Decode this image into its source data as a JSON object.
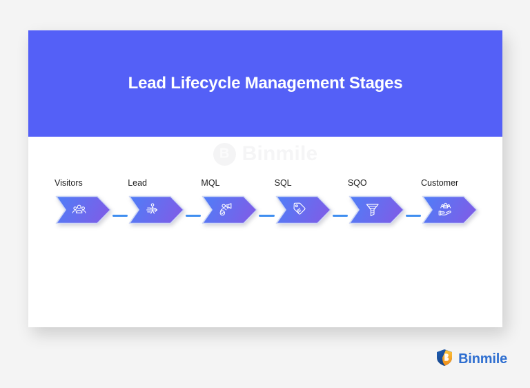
{
  "card": {
    "header": {
      "title": "Lead Lifecycle Management Stages",
      "background_color": "#5460f7",
      "text_color": "#ffffff"
    },
    "watermark": {
      "text": "Binmile",
      "mark_letter": "B",
      "color": "#f5f5f6"
    },
    "body_background": "#ffffff"
  },
  "chart_data": {
    "type": "diagram",
    "title": "Lead Lifecycle Management Stages",
    "layout": "horizontal-chevron-flow",
    "categories": [
      "Visitors",
      "Lead",
      "MQL",
      "SQL",
      "SQO",
      "Customer"
    ],
    "stages": [
      {
        "label": "Visitors",
        "icon": "people-group-icon",
        "order": 1
      },
      {
        "label": "Lead",
        "icon": "person-arrow-icon",
        "order": 2
      },
      {
        "label": "MQL",
        "icon": "person-megaphone-check-icon",
        "order": 3
      },
      {
        "label": "SQL",
        "icon": "sale-tag-icon",
        "order": 4
      },
      {
        "label": "SQO",
        "icon": "funnel-icon",
        "order": 5
      },
      {
        "label": "Customer",
        "icon": "hand-holding-people-icon",
        "order": 6
      }
    ],
    "connector_color": "#3f8ef0",
    "chevron_gradient": {
      "from": "#4f7ef7",
      "to": "#7b5fe8"
    },
    "icon_color": "#ffffff"
  },
  "footer": {
    "brand": "Binmile",
    "brand_color": "#2f6fd0",
    "mark_colors": {
      "primary": "#f5a623",
      "secondary": "#1b4f9c"
    }
  },
  "page": {
    "background_color": "#f4f4f4"
  }
}
